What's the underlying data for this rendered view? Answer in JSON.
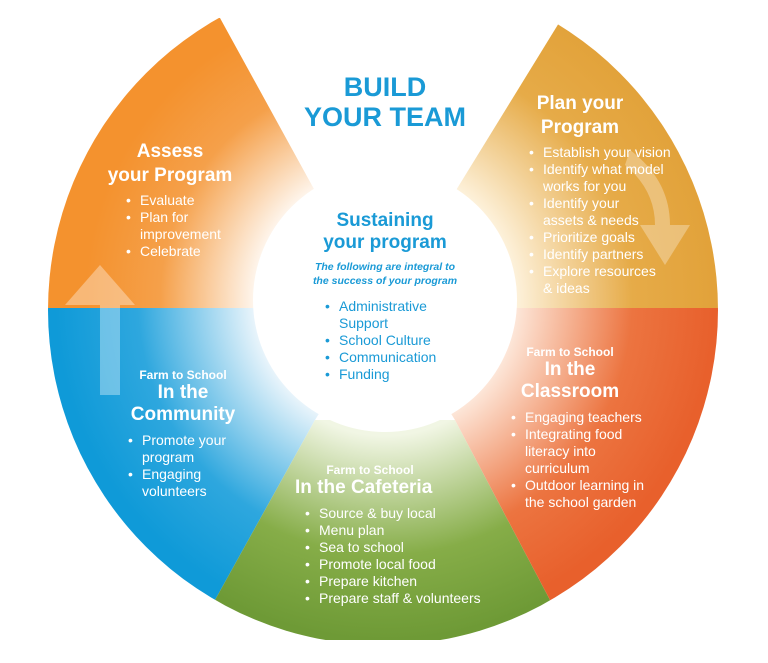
{
  "title": "BUILD YOUR TEAM",
  "title_lines": [
    "BUILD",
    "YOUR TEAM"
  ],
  "center": {
    "heading_lines": [
      "Sustaining",
      "your program"
    ],
    "subtitle_lines": [
      "The following are integral to",
      "the success of your program"
    ],
    "items": [
      "Administrative Support",
      "School Culture",
      "Communication",
      "Funding"
    ]
  },
  "assess": {
    "heading_lines": [
      "Assess",
      "your Program"
    ],
    "items": [
      "Evaluate",
      "Plan for improvement",
      "Celebrate"
    ]
  },
  "plan": {
    "heading_lines": [
      "Plan your",
      "Program"
    ],
    "items": [
      "Establish your vision",
      "Identify what model works for you",
      "Identify your assets & needs",
      "Prioritize goals",
      "Identify partners",
      "Explore resources & ideas"
    ]
  },
  "community": {
    "kicker": "Farm to School",
    "heading_lines": [
      "In the",
      "Community"
    ],
    "items": [
      "Promote your program",
      "Engaging volunteers"
    ]
  },
  "cafeteria": {
    "kicker": "Farm to School",
    "heading": "In the Cafeteria",
    "items": [
      "Source & buy local",
      "Menu plan",
      "Sea to school",
      "Promote local food",
      "Prepare kitchen",
      "Prepare staff & volunteers"
    ]
  },
  "classroom": {
    "kicker": "Farm to School",
    "heading_lines": [
      "In the",
      "Classroom"
    ],
    "items": [
      "Engaging teachers",
      "Integrating food literacy into curriculum",
      "Outdoor learning in the school garden"
    ]
  },
  "colors": {
    "orange": "#f4922e",
    "gold": "#e2a23a",
    "blue": "#0f9ad8",
    "green": "#6e9a36",
    "red": "#e8602c",
    "title": "#1a9ad6"
  }
}
